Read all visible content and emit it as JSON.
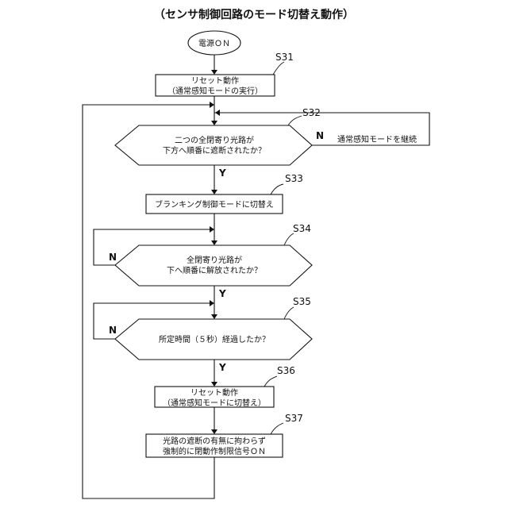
{
  "title": "（センサ制御回路のモード切替え動作）",
  "start": "電源ＯＮ",
  "steps": {
    "s31": {
      "id": "S31",
      "lines": [
        "リセット動作",
        "（通常感知モードの実行）"
      ]
    },
    "s32": {
      "id": "S32",
      "lines": [
        "二つの全閉寄り光路が",
        "下方へ順番に遮断されたか？"
      ]
    },
    "s33": {
      "id": "S33",
      "lines": [
        "ブランキング制御モードに切替え"
      ]
    },
    "s34": {
      "id": "S34",
      "lines": [
        "全閉寄り光路が",
        "下へ順番に解放されたか？"
      ]
    },
    "s35": {
      "id": "S35",
      "lines": [
        "所定時間（５秒）経過したか？"
      ]
    },
    "s36": {
      "id": "S36",
      "lines": [
        "リセット動作",
        "（通常感知モードに切替え）"
      ]
    },
    "s37": {
      "id": "S37",
      "lines": [
        "光路の遮断の有無に拘わらず",
        "強制的に閉動作制限信号ＯＮ"
      ]
    }
  },
  "branch": {
    "yes": "Y",
    "no": "N",
    "s32_no_note": "通常感知モードを継続"
  }
}
